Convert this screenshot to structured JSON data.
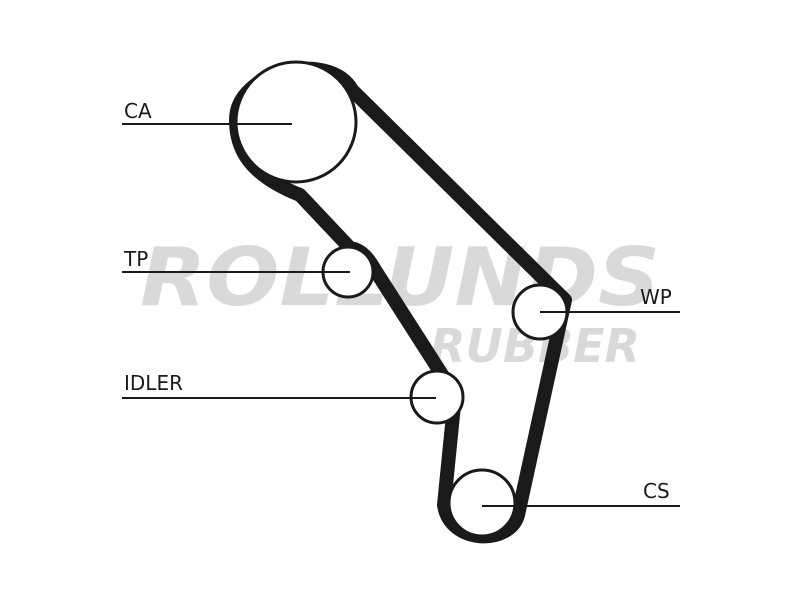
{
  "watermark": {
    "line1": "ROLLUNDS",
    "line2": "RUBBER",
    "color": "#d9d9d9"
  },
  "labels": {
    "ca": "CA",
    "tp": "TP",
    "idler": "IDLER",
    "wp": "WP",
    "cs": "CS"
  },
  "colors": {
    "line": "#1a1a1a",
    "background": "#ffffff"
  }
}
